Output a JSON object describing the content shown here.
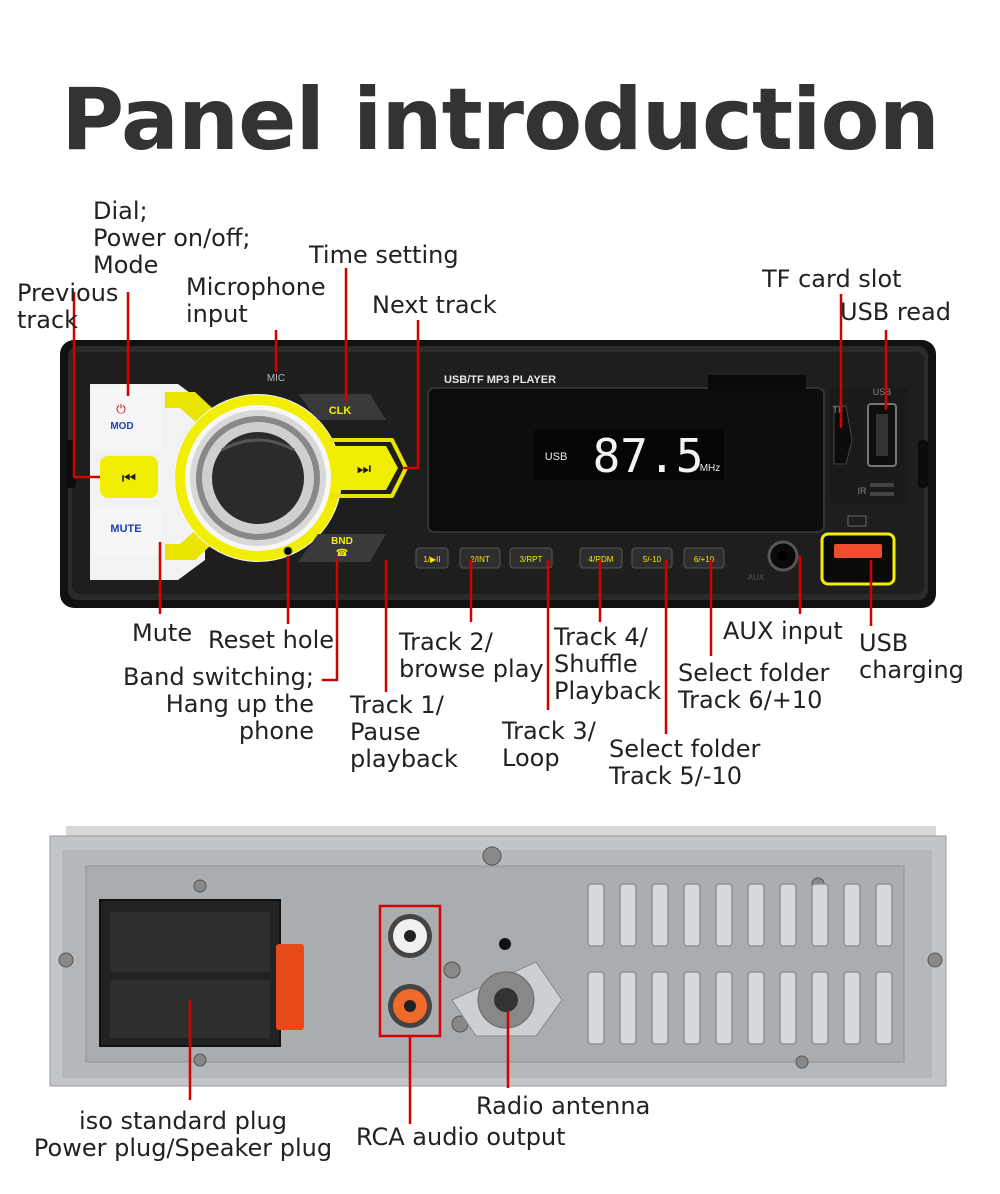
{
  "title": "Panel introduction",
  "labels": {
    "dial": "Dial;\nPower on/off;\nMode",
    "previous": "Previous\ntrack",
    "microphone": "Microphone\ninput",
    "time": "Time setting",
    "next": "Next track",
    "tf": "TF card slot",
    "usb_read": "USB read",
    "mute": "Mute",
    "reset": "Reset hole",
    "band": "Band switching;\nHang up the phone",
    "track1": "Track 1/\nPause\nplayback",
    "track2": "Track 2/\nbrowse play",
    "track3": "Track 3/\nLoop",
    "track4": "Track 4/\nShuffle\nPlayback",
    "folder5": "Select folder\nTrack 5/-10",
    "folder6": "Select folder\nTrack 6/+10",
    "aux": "AUX input",
    "usb_charging": "USB\ncharging",
    "iso": "iso standard plug\nPower plug/Speaker plug",
    "rca": "RCA audio output",
    "antenna": "Radio antenna"
  },
  "device": {
    "mic_text": "MIC",
    "model_text": "USB/TF MP3 PLAYER",
    "display_source": "USB",
    "display_freq": "87.5",
    "display_unit": "MHz",
    "btn_mod": "MOD",
    "btn_mute": "MUTE",
    "btn_clk": "CLK",
    "btn_bnd": "BND",
    "btn_prev": "⏮",
    "btn_next": "⏭",
    "num_buttons": [
      "1/▶II",
      "2/INT",
      "3/RPT",
      "4/RDM",
      "5/-10",
      "6/+10"
    ],
    "tf_text": "TF",
    "usb_text": "USB",
    "ir_text": "IR",
    "aux_text": "AUX"
  },
  "colors": {
    "accent_yellow": "#f2ee00",
    "callout_red": "#d40000",
    "panel_dark": "#1c1c1c",
    "metal": "#b8bcbf"
  }
}
